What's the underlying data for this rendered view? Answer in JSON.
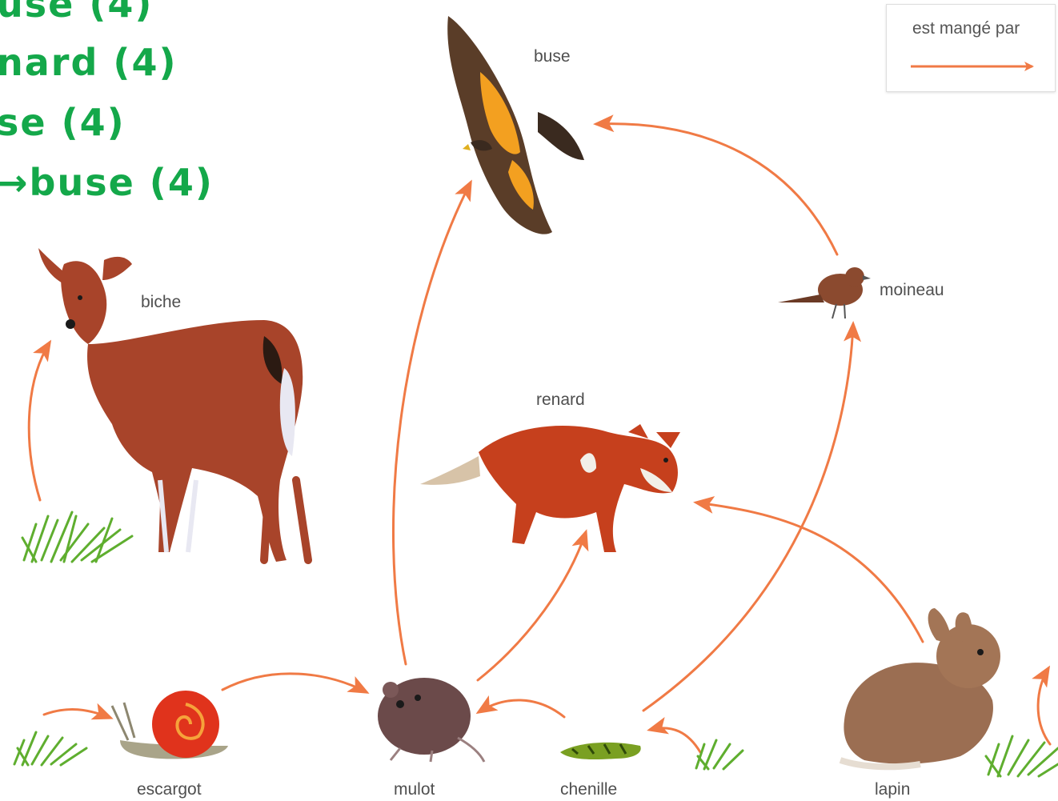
{
  "colors": {
    "arrow": "#f07a45",
    "chain_text": "#14a84a",
    "label_text": "#4f4f4f"
  },
  "chains": [
    "use (4)",
    "nard (4)",
    "se (4)",
    "→buse (4)"
  ],
  "legend": {
    "label": "est mangé par"
  },
  "animals": {
    "buse": "buse",
    "moineau": "moineau",
    "biche": "biche",
    "renard": "renard",
    "escargot": "escargot",
    "mulot": "mulot",
    "chenille": "chenille",
    "lapin": "lapin"
  },
  "icons": [
    "herbe-icon",
    "buse-icon",
    "moineau-icon",
    "biche-icon",
    "renard-icon",
    "escargot-icon",
    "mulot-icon",
    "chenille-icon",
    "lapin-icon"
  ]
}
